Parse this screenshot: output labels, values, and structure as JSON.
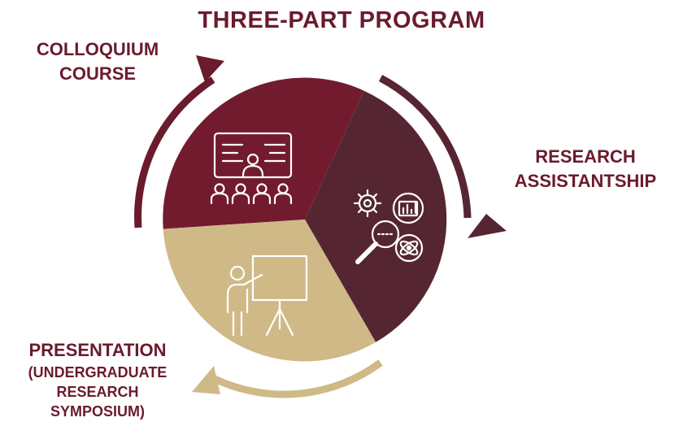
{
  "title": "THREE-PART PROGRAM",
  "colors": {
    "maroon": "#731b2e",
    "dark_maroon": "#552631",
    "gold": "#cfb987",
    "arrow_maroon": "#6a1b2d",
    "arrow_gold": "#cfb987",
    "text": "#6a1b2d"
  },
  "segments": [
    {
      "id": "colloquium",
      "label_lines": [
        "COLLOQUIUM",
        "COURSE"
      ],
      "icon": "classroom-presentation-icon",
      "color": "maroon"
    },
    {
      "id": "research",
      "label_lines": [
        "RESEARCH",
        "ASSISTANTSHIP"
      ],
      "icon": "research-analysis-icon",
      "color": "dark_maroon"
    },
    {
      "id": "presentation",
      "label_lines": [
        "PRESENTATION",
        "(UNDERGRADUATE",
        "RESEARCH",
        "SYMPOSIUM)"
      ],
      "icon": "presenter-easel-icon",
      "color": "gold"
    }
  ]
}
